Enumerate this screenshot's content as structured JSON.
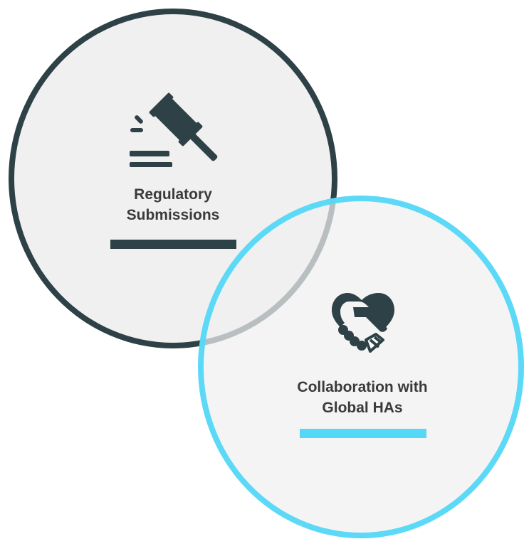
{
  "diagram": {
    "nodes": [
      {
        "id": "regulatory",
        "icon": "gavel-icon",
        "label_line1": "Regulatory",
        "label_line2": "Submissions",
        "color": "#2d4146"
      },
      {
        "id": "collaboration",
        "icon": "handshake-icon",
        "label_line1": "Collaboration with",
        "label_line2": "Global HAs",
        "color": "#53d8f8"
      }
    ],
    "fill_color": "#f0f0f0",
    "text_color": "#3a3a3a"
  }
}
